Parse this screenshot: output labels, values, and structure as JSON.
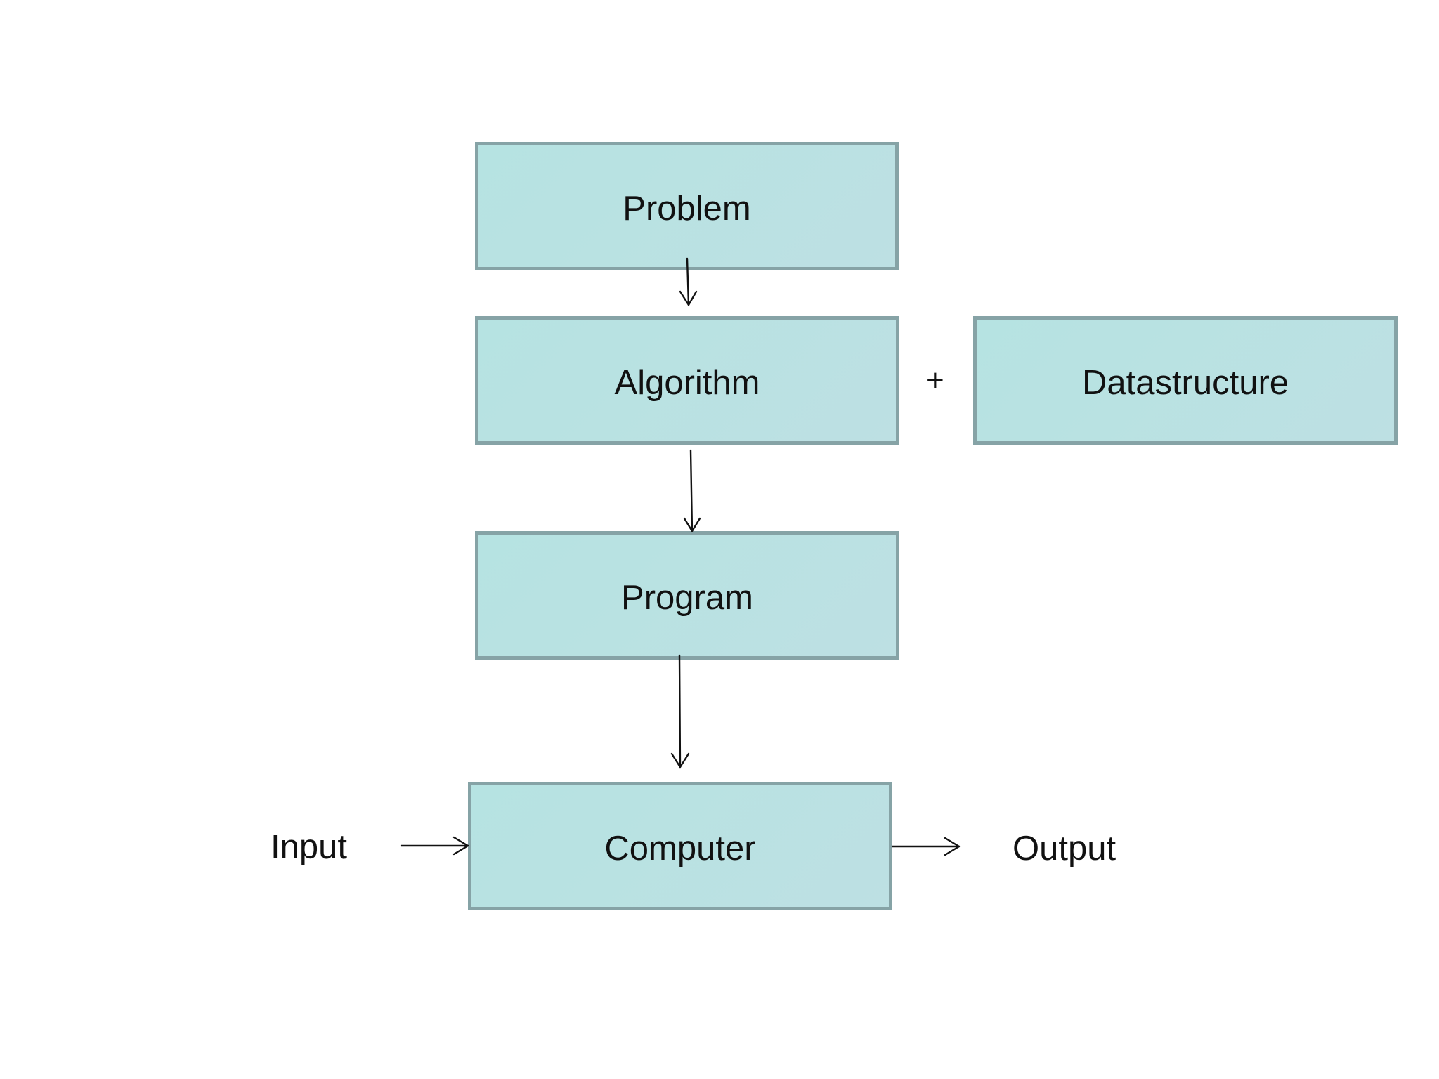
{
  "nodes": {
    "problem": "Problem",
    "algorithm": "Algorithm",
    "datastructure": "Datastructure",
    "program": "Program",
    "computer": "Computer"
  },
  "labels": {
    "plus": "+",
    "input": "Input",
    "output": "Output"
  },
  "colors": {
    "box_fill": "#b8e1e2",
    "box_border": "#86a3a6",
    "text": "#111111",
    "arrow": "#111111",
    "background": "#ffffff"
  },
  "edges": [
    {
      "from": "Problem",
      "to": "Algorithm"
    },
    {
      "from": "Algorithm",
      "to": "Program"
    },
    {
      "from": "Program",
      "to": "Computer"
    },
    {
      "from": "Input",
      "to": "Computer"
    },
    {
      "from": "Computer",
      "to": "Output"
    }
  ]
}
